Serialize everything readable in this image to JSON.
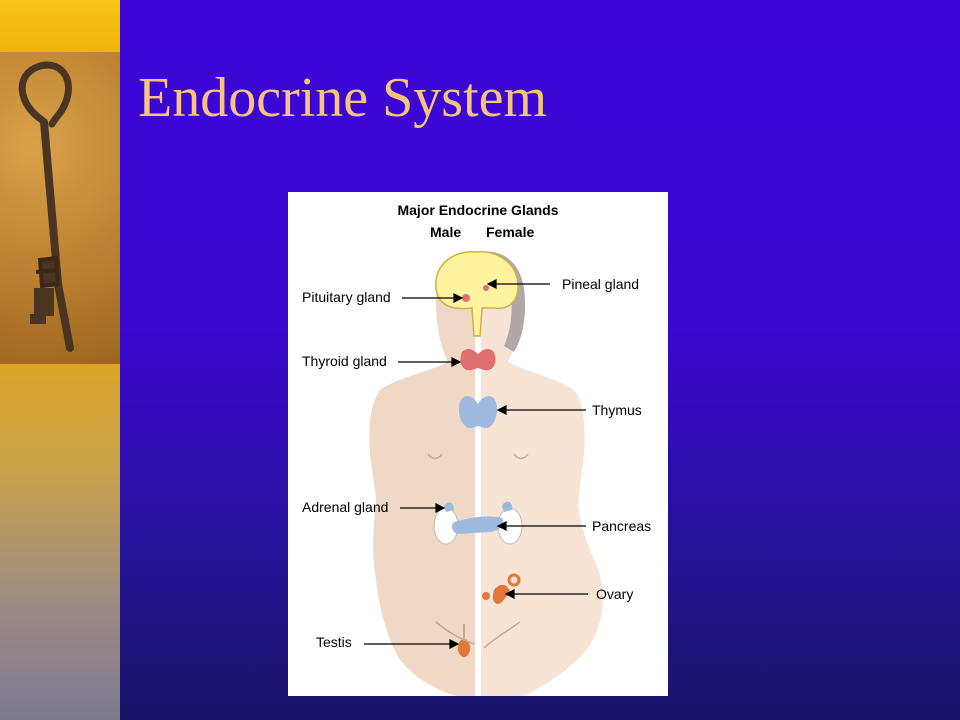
{
  "slide": {
    "title": "Endocrine System",
    "colors": {
      "background": "#3d05d6",
      "title": "#f6c47f",
      "sidebar": "#f6b400"
    },
    "decor_icon": "skeleton-key-icon"
  },
  "diagram": {
    "title": "Major Endocrine Glands",
    "sexes": {
      "male": "Male",
      "female": "Female"
    },
    "labels_left": [
      "Pituitary gland",
      "Thyroid gland",
      "Adrenal gland",
      "Testis"
    ],
    "labels_right": [
      "Pineal gland",
      "Thymus",
      "Pancreas",
      "Ovary"
    ],
    "colors": {
      "skin_male": "#efd8c6",
      "skin_female": "#f7e4d4",
      "brain": "#fff3a0",
      "thyroid": "#e07070",
      "thymus": "#9db9dd",
      "gonad": "#e0783a"
    }
  }
}
